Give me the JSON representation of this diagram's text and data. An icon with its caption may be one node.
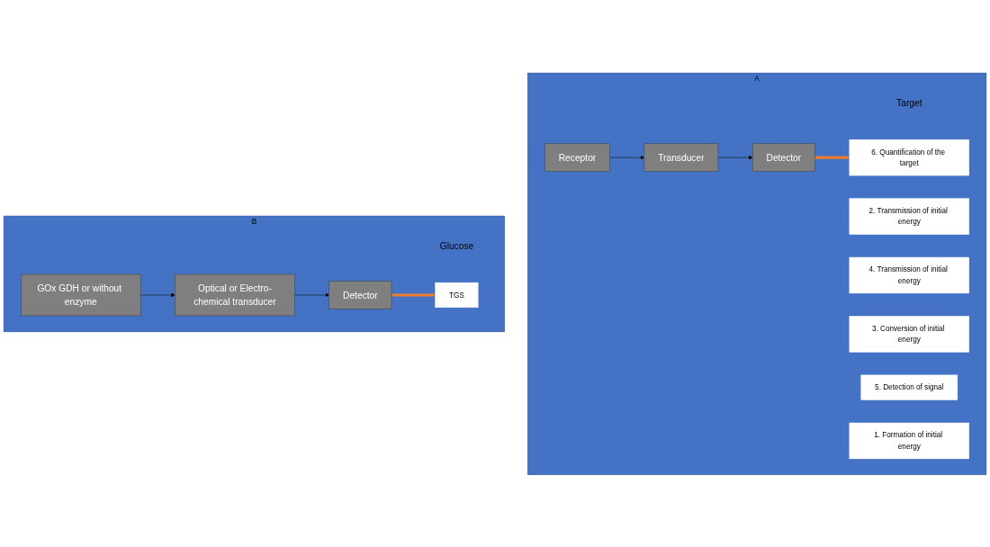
{
  "diagram": {
    "nodes": [
      {
        "text": [
          "A"
        ]
      },
      {
        "text": [
          "Target"
        ],
        "in": 0
      },
      {
        "text": [
          "2. Transmission of initial energy"
        ],
        "in": 0
      },
      {
        "text": [
          "4. Transmission of initial energy"
        ],
        "in": 0
      },
      {
        "text": [
          "Receptor"
        ],
        "in": 0
      },
      {
        "text": [
          "Transducer"
        ],
        "in": 0
      },
      {
        "text": [
          "Detector"
        ],
        "in": 0
      },
      {
        "text": [
          "6. Quantification of the target"
        ],
        "in": 0
      },
      {
        "text": [
          "3. Conversion of initial energy"
        ],
        "in": 0
      },
      {
        "text": [
          "5. Detection of signal"
        ],
        "in": 0
      },
      {
        "text": [
          "1. Formation of initial energy"
        ],
        "in": 0
      },
      {
        "text": [
          "B"
        ]
      },
      {
        "text": [
          "Glucose"
        ],
        "in": 11
      },
      {
        "text": [
          "GOx GDH or without enzyme"
        ],
        "in": 11
      },
      {
        "text": [
          "Optical or Electro-chemical transducer"
        ],
        "in": 11
      },
      {
        "text": [
          "Detector"
        ],
        "in": 11
      },
      {
        "text": [
          "TGS"
        ],
        "in": 11
      }
    ],
    "edges": [
      {
        "from": 4,
        "to": 5,
        "arrow": "to"
      },
      {
        "from": 5,
        "to": 6,
        "arrow": "to"
      },
      {
        "from": 6,
        "to": 7,
        "arrow": "to",
        "style": "thick",
        "color": "#ed7d31"
      },
      {
        "from": 13,
        "to": 14,
        "arrow": "to"
      },
      {
        "from": 14,
        "to": 15,
        "arrow": "to"
      },
      {
        "from": 15,
        "to": 16,
        "arrow": "to",
        "style": "thick",
        "color": "#ed7d31"
      }
    ]
  }
}
